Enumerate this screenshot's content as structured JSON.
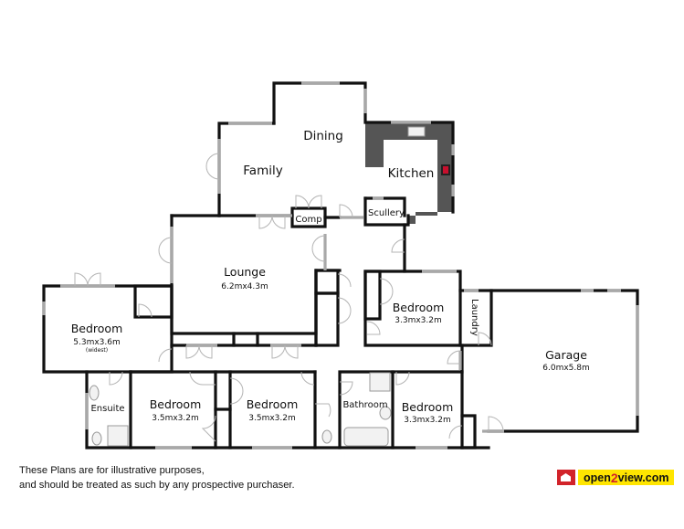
{
  "rooms": {
    "family": {
      "label": "Family"
    },
    "dining": {
      "label": "Dining"
    },
    "kitchen": {
      "label": "Kitchen"
    },
    "comp": {
      "label": "Comp"
    },
    "scullery": {
      "label": "Scullery"
    },
    "lounge": {
      "label": "Lounge",
      "size": "6.2mx4.3m"
    },
    "master_bedroom": {
      "label": "Bedroom",
      "size": "5.3mx3.6m",
      "note": "(widest)"
    },
    "bedroom_mid": {
      "label": "Bedroom",
      "size": "3.3mx3.2m"
    },
    "laundry": {
      "label": "Laundry"
    },
    "garage": {
      "label": "Garage",
      "size": "6.0mx5.8m"
    },
    "ensuite": {
      "label": "Ensuite"
    },
    "bedroom_2": {
      "label": "Bedroom",
      "size": "3.5mx3.2m"
    },
    "bedroom_3": {
      "label": "Bedroom",
      "size": "3.5mx3.2m"
    },
    "bathroom": {
      "label": "Bathroom"
    },
    "bedroom_4": {
      "label": "Bedroom",
      "size": "3.3mx3.2m"
    }
  },
  "disclaimer": {
    "line1": "These Plans are for illustrative purposes,",
    "line2": "and should be treated as such by any prospective purchaser."
  },
  "logo": {
    "icon": "house-camera-icon",
    "text_a": "open",
    "text_two": "2",
    "text_b": "view.com",
    "brand_yellow": "#ffe500",
    "brand_red": "#d2232a"
  },
  "colors": {
    "wall": "#111111",
    "window": "#a8a8a8",
    "kitchen_bench": "#555555"
  }
}
